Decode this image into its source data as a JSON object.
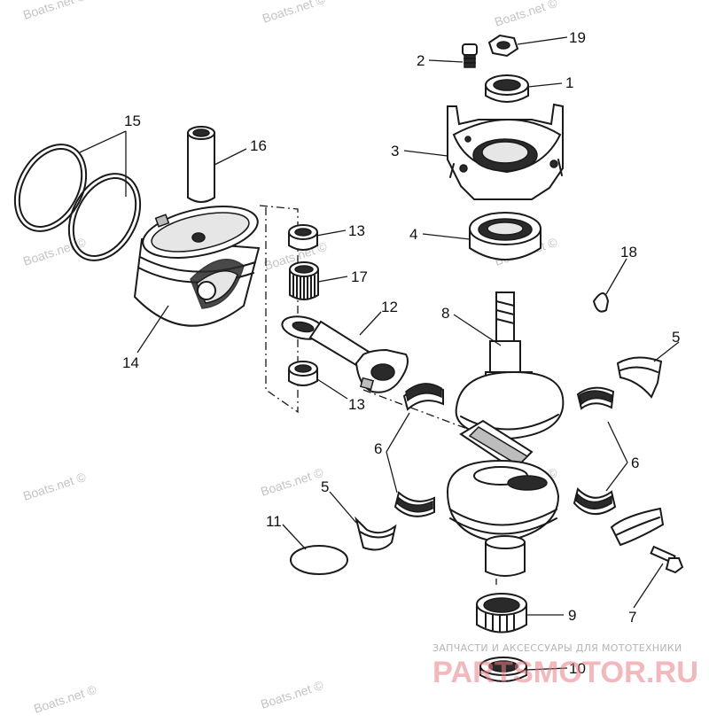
{
  "watermarks": {
    "wm1": "Boats.net ©",
    "wm2": "Boats.net ©",
    "wm3": "Boats.net ©",
    "wm4": "Boats.net ©",
    "wm5": "Boats.net ©",
    "wm6": "Boats.net ©",
    "wm7": "Boats.net ©",
    "wm8": "Boats.net ©",
    "wm9": "Boats.net ©",
    "wm10": "Boats.net ©",
    "wm11": "Boats.net ©"
  },
  "brand": {
    "tagline": "ЗАПЧАСТИ И АКСЕССУАРЫ ДЛЯ МОТОТЕХНИКИ",
    "logo_text": "PARTSMOTOR.RU"
  },
  "callouts": {
    "c1": "1",
    "c2": "2",
    "c3": "3",
    "c4": "4",
    "c5a": "5",
    "c5b": "5",
    "c6a": "6",
    "c6b": "6",
    "c7": "7",
    "c8": "8",
    "c9": "9",
    "c10": "10",
    "c11": "11",
    "c12": "12",
    "c13a": "13",
    "c13b": "13",
    "c14": "14",
    "c15": "15",
    "c16": "16",
    "c17": "17",
    "c18": "18",
    "c19": "19"
  }
}
